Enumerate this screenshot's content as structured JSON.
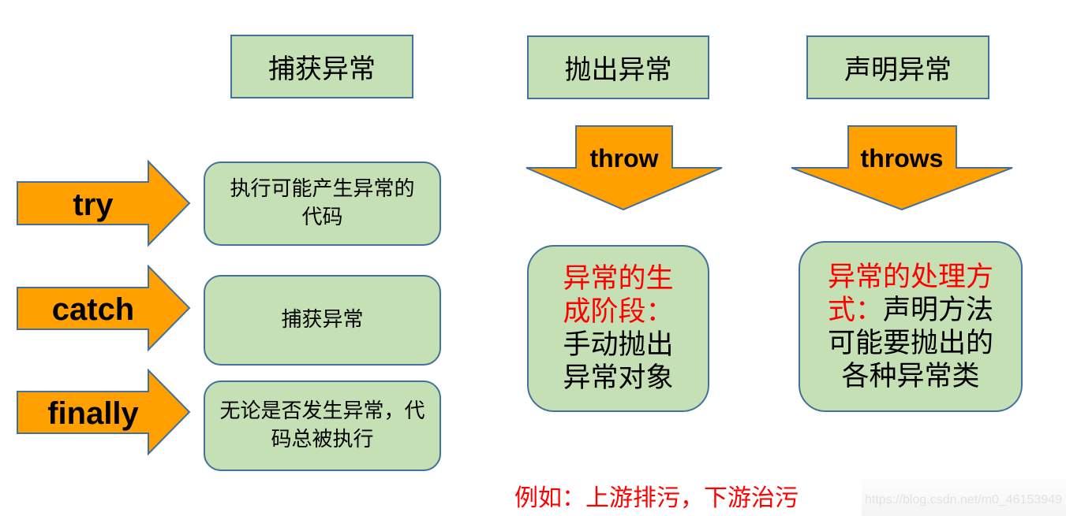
{
  "headers": {
    "catch": "捕获异常",
    "throw": "抛出异常",
    "declare": "声明异常"
  },
  "left_arrows": [
    {
      "label": "try",
      "desc": "执行可能产生异常的代码"
    },
    {
      "label": "catch",
      "desc": "捕获异常"
    },
    {
      "label": "finally",
      "desc": "无论是否发生异常，代码总被执行"
    }
  ],
  "down_arrows": {
    "throw": "throw",
    "throws": "throws"
  },
  "throw_box": {
    "red": "异常的生成阶段：",
    "black": "手动抛出异常对象"
  },
  "throws_box": {
    "red": "异常的处理方式：",
    "black": "声明方法可能要抛出的各种异常类"
  },
  "note": "例如：上游排污，下游治污",
  "watermark": "https://blog.csdn.net/m0_46153949",
  "colors": {
    "orange": "#ff9f00",
    "green": "#c5e0b4",
    "border": "#41719c",
    "red": "#ff0000"
  }
}
